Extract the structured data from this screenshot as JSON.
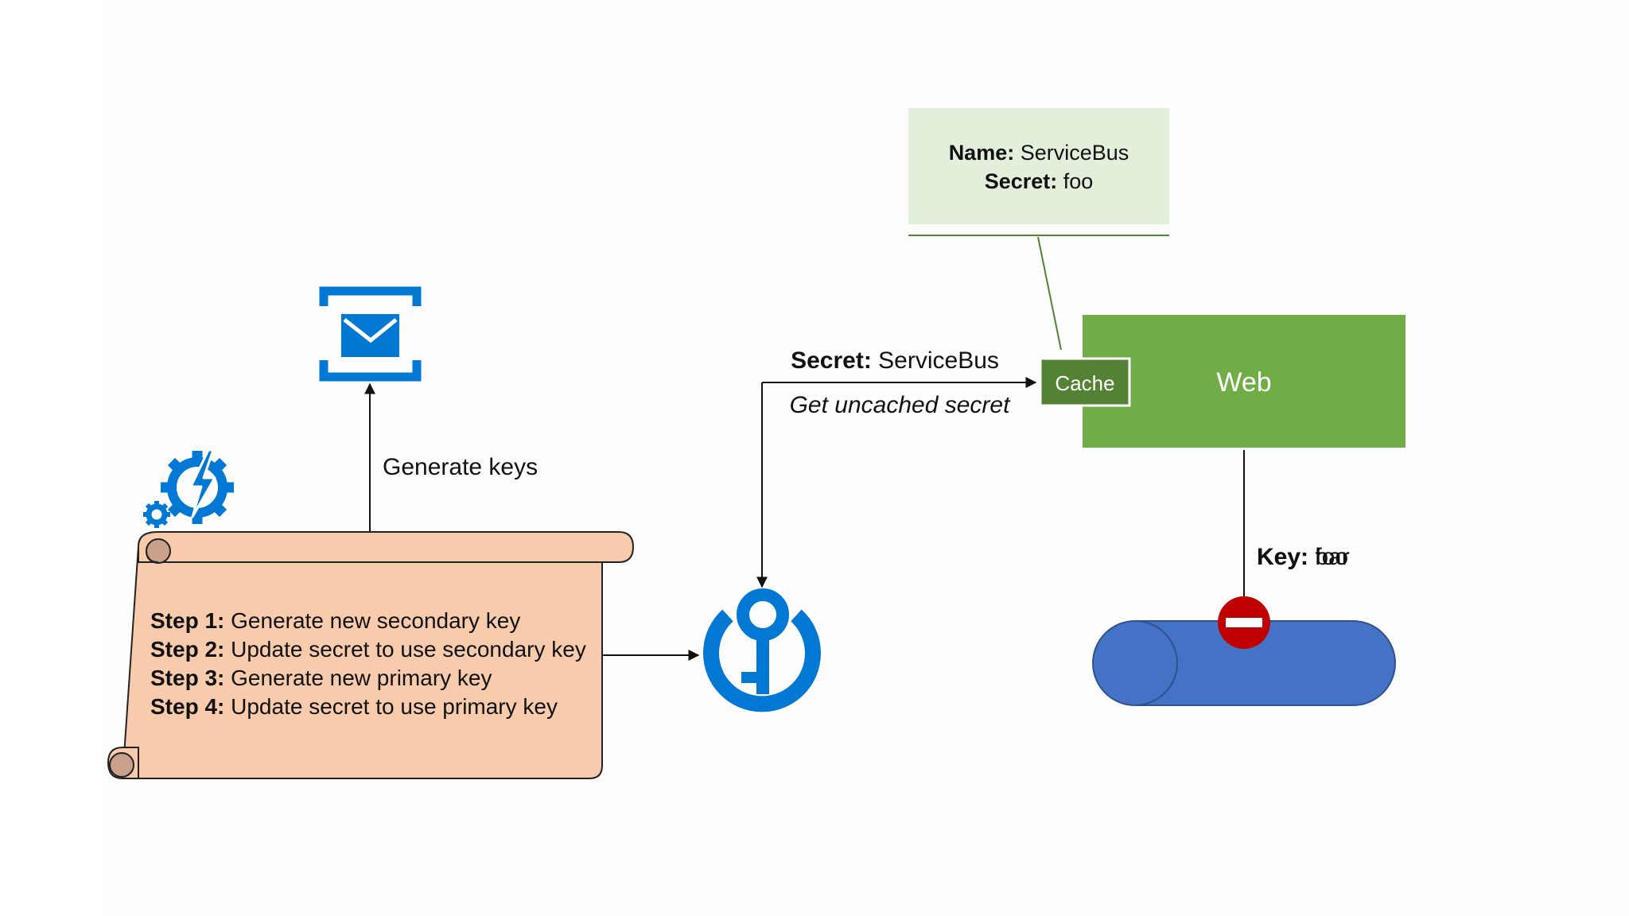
{
  "config_box": {
    "name_label": "Name:",
    "name_value": "ServiceBus",
    "secret_label": "Secret:",
    "secret_value": "foo"
  },
  "arrows": {
    "generate_keys": "Generate keys",
    "secret_label": "Secret:",
    "secret_value": "ServiceBus",
    "get_uncached_secret": "Get uncached secret"
  },
  "web_app": {
    "title": "Web",
    "cache_label": "Cache"
  },
  "service_bus": {
    "key_label": "Key:",
    "key_value_old": "foo",
    "key_value_new": "bar"
  },
  "runbook": {
    "steps": [
      {
        "label": "Step 1:",
        "text": "Generate new secondary key"
      },
      {
        "label": "Step 2:",
        "text": "Update secret to use secondary key"
      },
      {
        "label": "Step 3:",
        "text": "Generate new primary key"
      },
      {
        "label": "Step 4:",
        "text": "Update secret to use primary key"
      }
    ]
  },
  "icons": {
    "service_bus_icon": "envelope-brackets-icon",
    "automation_icon": "gear-lightning-icon",
    "key_vault_icon": "key-vault-icon",
    "error_icon": "no-entry-icon"
  },
  "colors": {
    "azure_blue": "#0078d4",
    "web_green": "#70ad47",
    "cache_green": "#548235",
    "config_fill": "#e2efda",
    "scroll_fill": "#f8cbad",
    "bus_blue": "#4472c4",
    "error_red": "#c00000"
  }
}
